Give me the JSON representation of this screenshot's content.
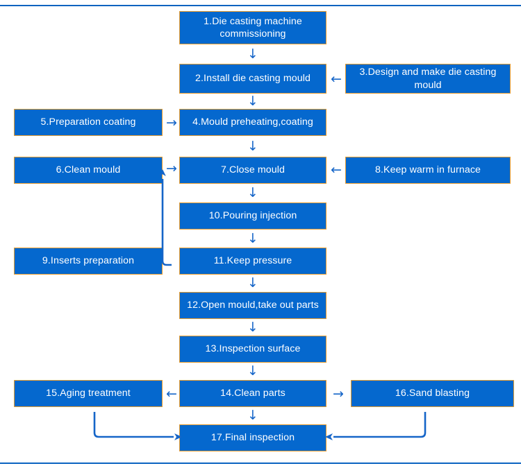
{
  "diagram": {
    "title": "Die casting production process flowchart",
    "colors": {
      "node_fill": "#0568CE",
      "node_border": "#E69B2E",
      "node_text": "#FFFFFF",
      "connector": "#1565C8",
      "rule": "#0A63C0",
      "background": "#FFFFFF"
    },
    "nodes": [
      {
        "id": "n1",
        "label": "1.Die casting machine commissioning"
      },
      {
        "id": "n2",
        "label": "2.Install die casting mould"
      },
      {
        "id": "n3",
        "label": "3.Design and make die casting mould"
      },
      {
        "id": "n4",
        "label": "4.Mould preheating,coating"
      },
      {
        "id": "n5",
        "label": "5.Preparation coating"
      },
      {
        "id": "n6",
        "label": "6.Clean mould"
      },
      {
        "id": "n7",
        "label": "7.Close mould"
      },
      {
        "id": "n8",
        "label": "8.Keep warm in furnace"
      },
      {
        "id": "n9",
        "label": "9.Inserts preparation"
      },
      {
        "id": "n10",
        "label": "10.Pouring injection"
      },
      {
        "id": "n11",
        "label": "11.Keep pressure"
      },
      {
        "id": "n12",
        "label": "12.Open mould,take out parts"
      },
      {
        "id": "n13",
        "label": "13.Inspection surface"
      },
      {
        "id": "n14",
        "label": "14.Clean parts"
      },
      {
        "id": "n15",
        "label": "15.Aging treatment"
      },
      {
        "id": "n16",
        "label": "16.Sand blasting"
      },
      {
        "id": "n17",
        "label": "17.Final inspection"
      }
    ],
    "arrows": {
      "down": "↓",
      "left": "←",
      "right": "→",
      "up": "↑"
    },
    "connectors": [
      {
        "from": "n1",
        "to": "n2",
        "kind": "down-arrow"
      },
      {
        "from": "n3",
        "to": "n2",
        "kind": "left-arrow"
      },
      {
        "from": "n2",
        "to": "n4",
        "kind": "down-arrow"
      },
      {
        "from": "n5",
        "to": "n4",
        "kind": "right-arrow"
      },
      {
        "from": "n4",
        "to": "n7",
        "kind": "down-arrow"
      },
      {
        "from": "n6",
        "to": "n7",
        "kind": "right-arrow"
      },
      {
        "from": "n8",
        "to": "n7",
        "kind": "left-arrow"
      },
      {
        "from": "n9",
        "to": "n7",
        "kind": "elbow-up"
      },
      {
        "from": "n7",
        "to": "n10",
        "kind": "down-arrow"
      },
      {
        "from": "n10",
        "to": "n11",
        "kind": "down-arrow"
      },
      {
        "from": "n11",
        "to": "n12",
        "kind": "down-arrow"
      },
      {
        "from": "n12",
        "to": "n13",
        "kind": "down-arrow"
      },
      {
        "from": "n13",
        "to": "n14",
        "kind": "down-arrow"
      },
      {
        "from": "n14",
        "to": "n15",
        "kind": "left-arrow"
      },
      {
        "from": "n14",
        "to": "n16",
        "kind": "right-arrow"
      },
      {
        "from": "n14",
        "to": "n17",
        "kind": "down-arrow"
      },
      {
        "from": "n15",
        "to": "n17",
        "kind": "elbow-down-right"
      },
      {
        "from": "n16",
        "to": "n17",
        "kind": "elbow-down-left"
      }
    ]
  }
}
